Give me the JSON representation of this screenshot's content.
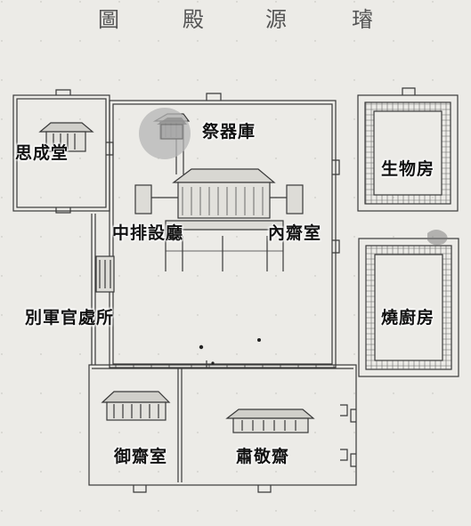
{
  "title_chars": [
    "圖",
    "殿",
    "源",
    "璿"
  ],
  "labels": {
    "jigi_go": "祭器庫",
    "sa_seong_dang": "思成堂",
    "saeng_mul_bang": "生物房",
    "jung_bae_seol_cheong": "中排設廳",
    "nae_jae_sil": "內齋室",
    "byeol_gun_gwan_cheo_so": "別軍官處所",
    "so_ju_bang": "燒廚房",
    "eo_jae_sil": "御齋室",
    "suk_gyeong_jae": "肅敬齋"
  },
  "colors": {
    "paper": "#ecebe7",
    "ink": "#3a3a3a",
    "highlight": "#b5b5b5"
  }
}
